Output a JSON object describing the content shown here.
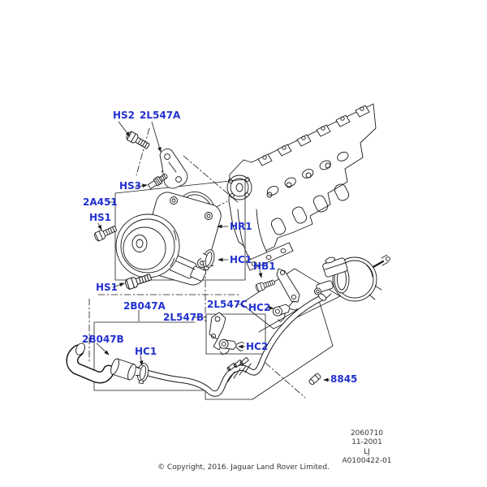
{
  "callouts": {
    "hs2": "HS2",
    "l2547a": "2L547A",
    "hs3": "HS3",
    "a2451": "2A451",
    "hs1_upper": "HS1",
    "hr1": "HR1",
    "hc1_upper": "HC1",
    "hb1": "HB1",
    "hs1_lower": "HS1",
    "b2047a": "2B047A",
    "l2547c": "2L547C",
    "l2547b": "2L547B",
    "hc2_upper": "HC2",
    "b2047b": "2B047B",
    "hc1_lower": "HC1",
    "hc2_lower": "HC2",
    "n8845": "8845"
  },
  "footer": {
    "drawing_number": "2060710",
    "issue_date": "11-2001",
    "model_code": "LJ",
    "figure_ref": "A0100422-01",
    "copyright": "© Copyright, 2016. Jaguar Land Rover Limited."
  },
  "colors": {
    "callout_blue": "#2231d0",
    "line_black": "#1a1a1a",
    "background": "#ffffff"
  }
}
